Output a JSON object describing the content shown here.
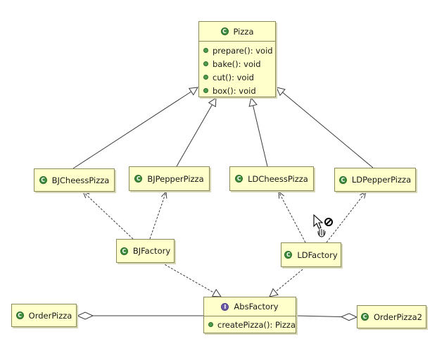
{
  "classes": {
    "pizza": {
      "name": "Pizza",
      "kind": "class",
      "members": [
        "prepare(): void",
        "bake(): void",
        "cut(): void",
        "box(): void"
      ]
    },
    "bj_chees": {
      "name": "BJCheessPizza",
      "kind": "class"
    },
    "bj_pepper": {
      "name": "BJPepperPizza",
      "kind": "class"
    },
    "ld_chees": {
      "name": "LDCheessPizza",
      "kind": "class"
    },
    "ld_pepper": {
      "name": "LDPepperPizza",
      "kind": "class"
    },
    "bj_factory": {
      "name": "BJFactory",
      "kind": "class"
    },
    "ld_factory": {
      "name": "LDFactory",
      "kind": "class"
    },
    "abs_factory": {
      "name": "AbsFactory",
      "kind": "interface",
      "members": [
        "createPizza(): Pizza"
      ]
    },
    "order_pizza": {
      "name": "OrderPizza",
      "kind": "class"
    },
    "order_pizza2": {
      "name": "OrderPizza2",
      "kind": "class"
    }
  },
  "badges": {
    "class": "C",
    "interface": "I"
  },
  "relations": [
    {
      "from": "BJCheessPizza",
      "to": "Pizza",
      "type": "generalization"
    },
    {
      "from": "BJPepperPizza",
      "to": "Pizza",
      "type": "generalization"
    },
    {
      "from": "LDCheessPizza",
      "to": "Pizza",
      "type": "generalization"
    },
    {
      "from": "LDPepperPizza",
      "to": "Pizza",
      "type": "generalization"
    },
    {
      "from": "BJFactory",
      "to": "BJCheessPizza",
      "type": "dependency"
    },
    {
      "from": "BJFactory",
      "to": "BJPepperPizza",
      "type": "dependency"
    },
    {
      "from": "LDFactory",
      "to": "LDCheessPizza",
      "type": "dependency"
    },
    {
      "from": "LDFactory",
      "to": "LDPepperPizza",
      "type": "dependency"
    },
    {
      "from": "BJFactory",
      "to": "AbsFactory",
      "type": "realization"
    },
    {
      "from": "LDFactory",
      "to": "AbsFactory",
      "type": "realization"
    },
    {
      "from": "OrderPizza",
      "to": "AbsFactory",
      "type": "aggregation"
    },
    {
      "from": "OrderPizza2",
      "to": "AbsFactory",
      "type": "aggregation"
    }
  ],
  "colors": {
    "box_fill": "#ffffcc",
    "box_border": "#8a8a5a",
    "line": "#3a3a3a",
    "class_badge": "#3e8d3e",
    "interface_badge": "#6d5ba8"
  },
  "cursor_icon": "forbidden-drag-cursor-icon"
}
